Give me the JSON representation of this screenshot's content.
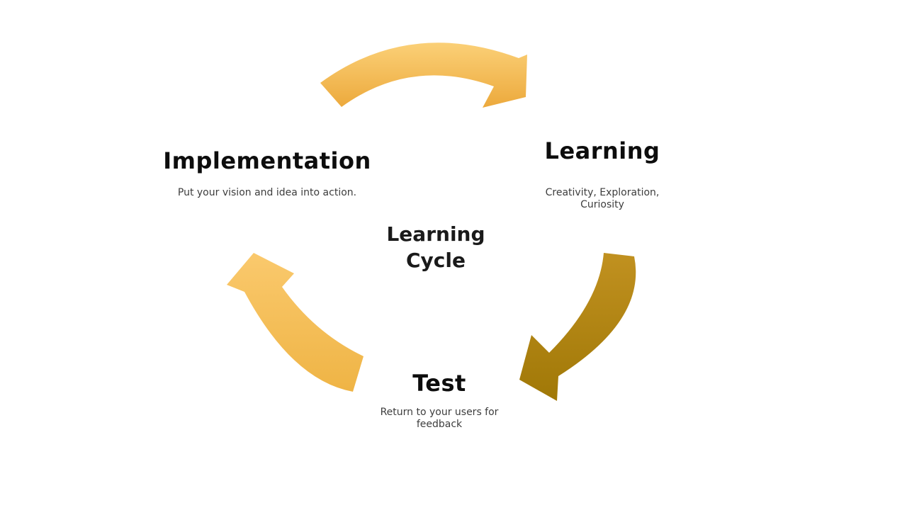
{
  "diagram": {
    "center_title": {
      "line1": "Learning",
      "line2": "Cycle"
    },
    "nodes": {
      "implementation": {
        "title": "Implementation",
        "description": "Put your vision and idea into action."
      },
      "learning": {
        "title": "Learning",
        "description": "Creativity, Exploration, Curiosity"
      },
      "test": {
        "title": "Test",
        "description": "Return to your users for feedback"
      }
    },
    "arrows": {
      "implementation_to_learning": {
        "label": "implementation-to-learning",
        "color_start": "#FBD077",
        "color_end": "#ECA93C"
      },
      "learning_to_test": {
        "label": "learning-to-test",
        "color_start": "#C19120",
        "color_end": "#A07807"
      },
      "test_to_implementation": {
        "label": "test-to-implementation",
        "color_start": "#FAC96D",
        "color_end": "#EFB445"
      }
    },
    "background_color": "#FFFFFF"
  }
}
